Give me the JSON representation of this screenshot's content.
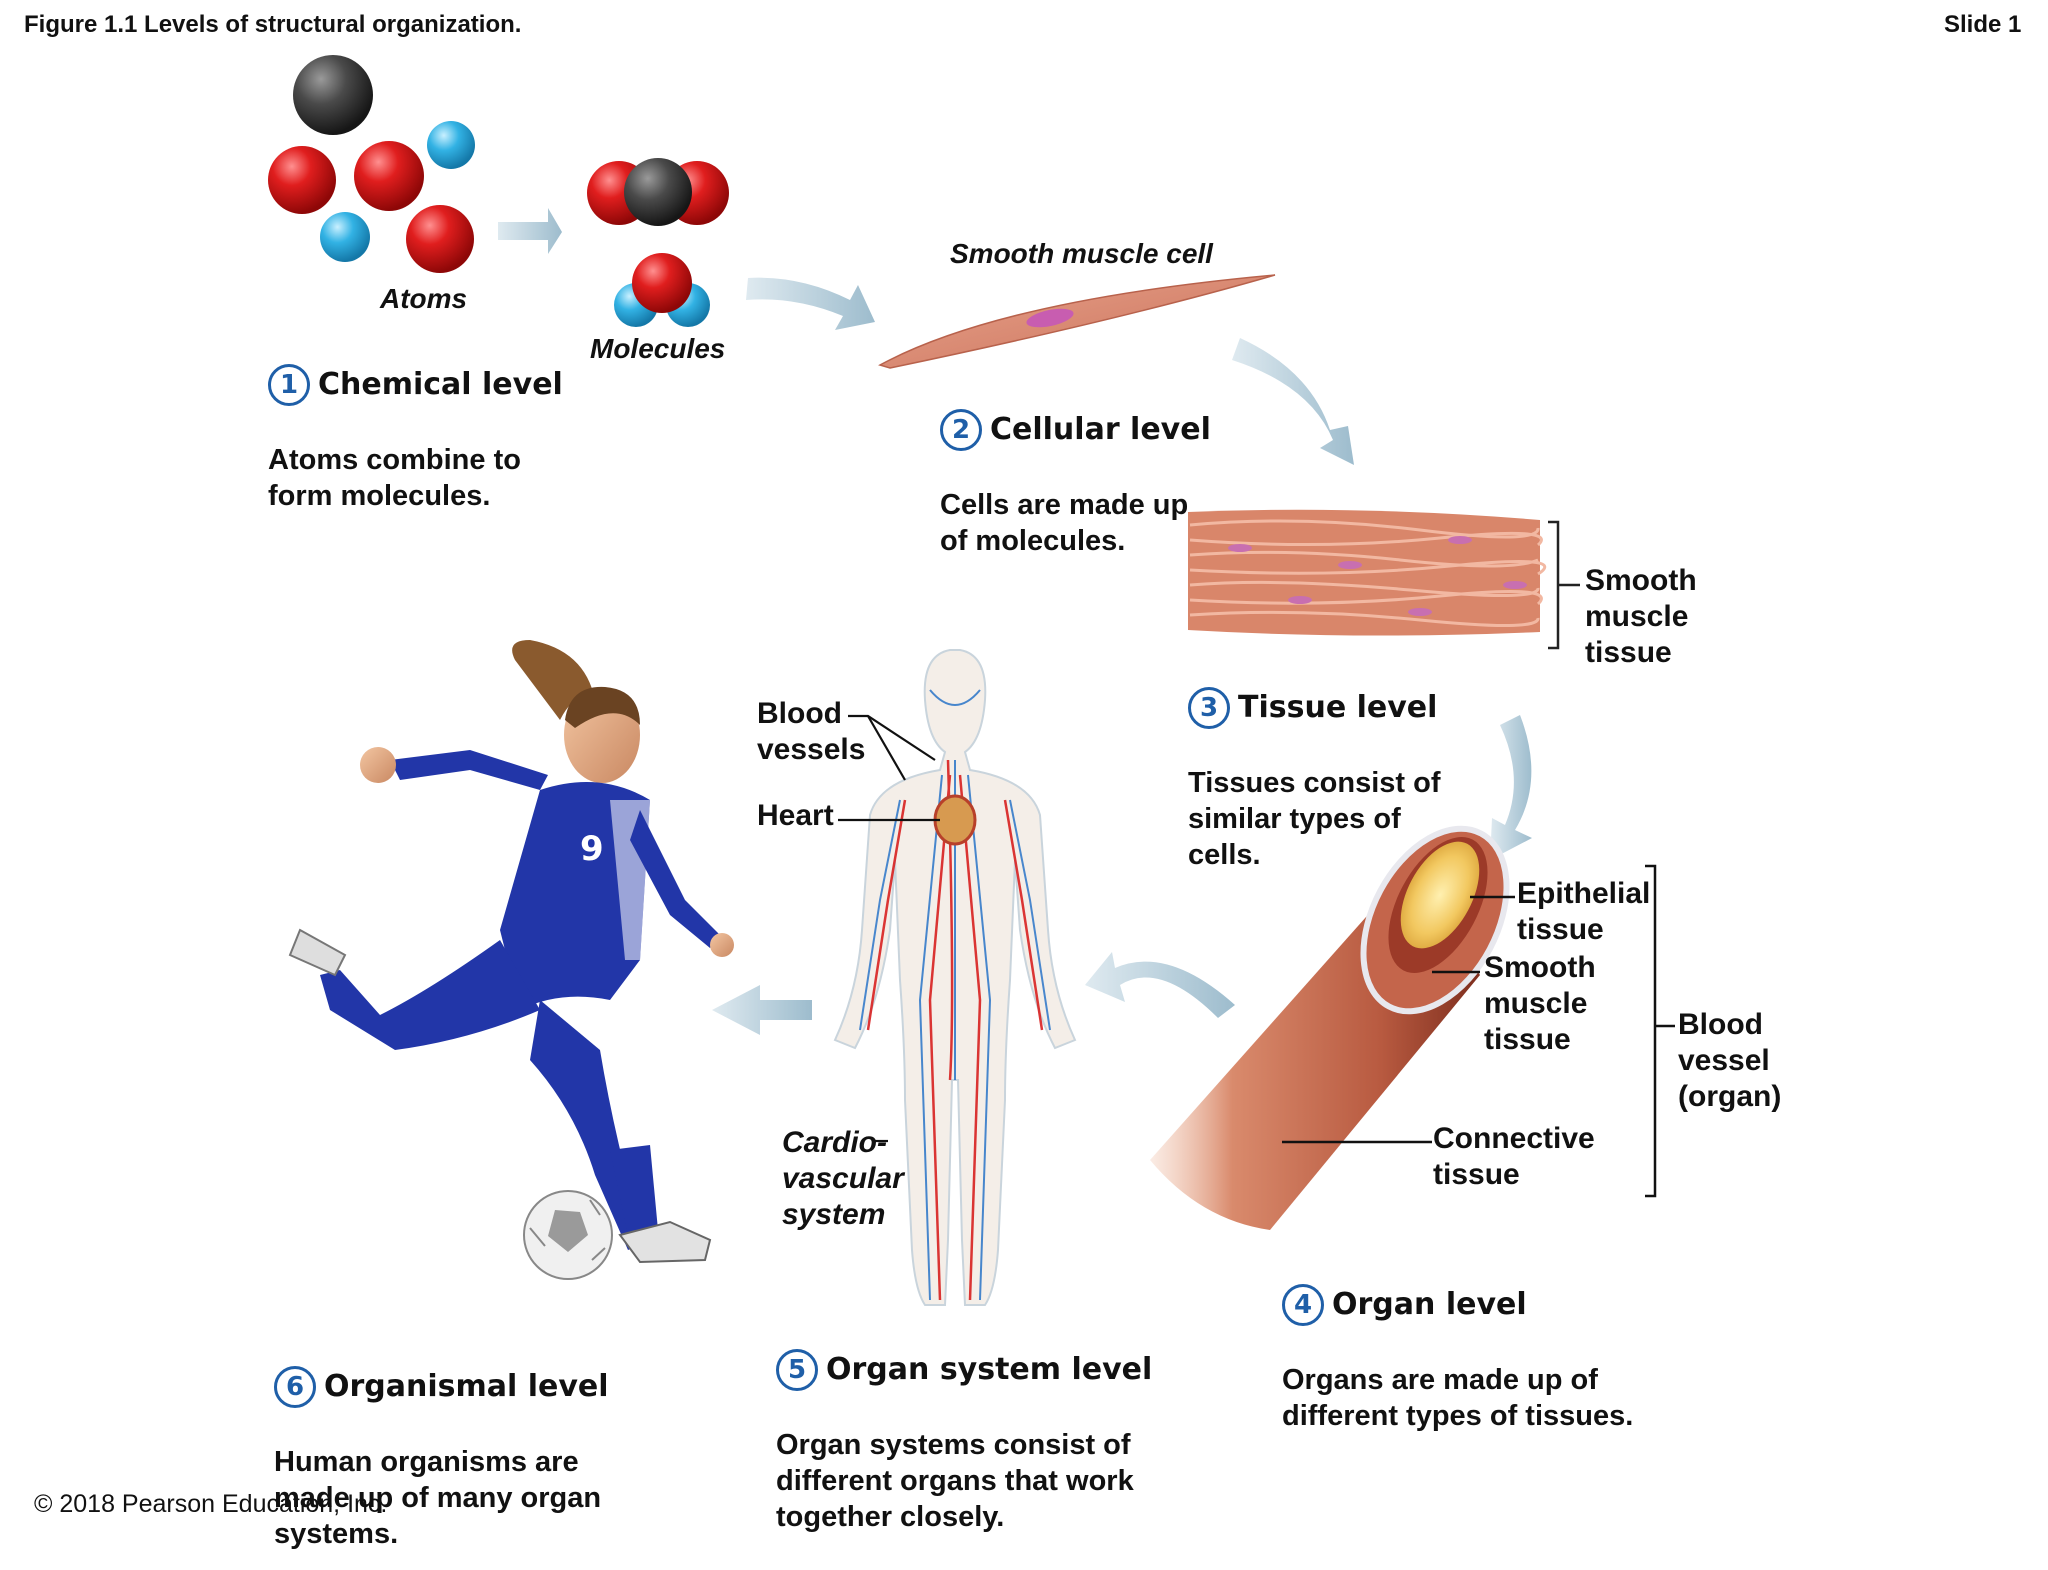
{
  "header": {
    "figure_title": "Figure 1.1 Levels of structural organization.",
    "slide": "Slide 1"
  },
  "footer": {
    "copyright": "© 2018 Pearson Education, Inc."
  },
  "levels": [
    {
      "number": "1",
      "title": "Chemical level",
      "description": "Atoms combine to\nform molecules."
    },
    {
      "number": "2",
      "title": "Cellular level",
      "description": "Cells are made up\nof molecules."
    },
    {
      "number": "3",
      "title": "Tissue level",
      "description": "Tissues consist of\nsimilar types of\ncells."
    },
    {
      "number": "4",
      "title": "Organ level",
      "description": "Organs are made up of\ndifferent types of tissues."
    },
    {
      "number": "5",
      "title": "Organ system level",
      "description": "Organ systems consist of\ndifferent organs that work\ntogether closely."
    },
    {
      "number": "6",
      "title": "Organismal level",
      "description": "Human organisms are\nmade up of many organ\nsystems."
    }
  ],
  "labels": {
    "atoms": "Atoms",
    "molecules": "Molecules",
    "smooth_muscle_cell": "Smooth muscle cell",
    "smooth_muscle_tissue": "Smooth\nmuscle\ntissue",
    "epithelial_tissue": "Epithelial\ntissue",
    "organ_smooth_muscle": "Smooth\nmuscle\ntissue",
    "connective_tissue": "Connective\ntissue",
    "blood_vessel_organ": "Blood\nvessel\n(organ)",
    "blood_vessels": "Blood\nvessels",
    "heart": "Heart",
    "cardiovascular_system": "Cardio-\nvascular\nsystem"
  },
  "colors": {
    "accent": "#1f5fa8",
    "arrow": "#a9c4d4",
    "oxygen": "#d01818",
    "hydrogen": "#2aa8df",
    "carbon": "#404040",
    "muscle": "#d4826a",
    "uniform": "#2236a8"
  },
  "player": {
    "jersey_number": "9"
  }
}
